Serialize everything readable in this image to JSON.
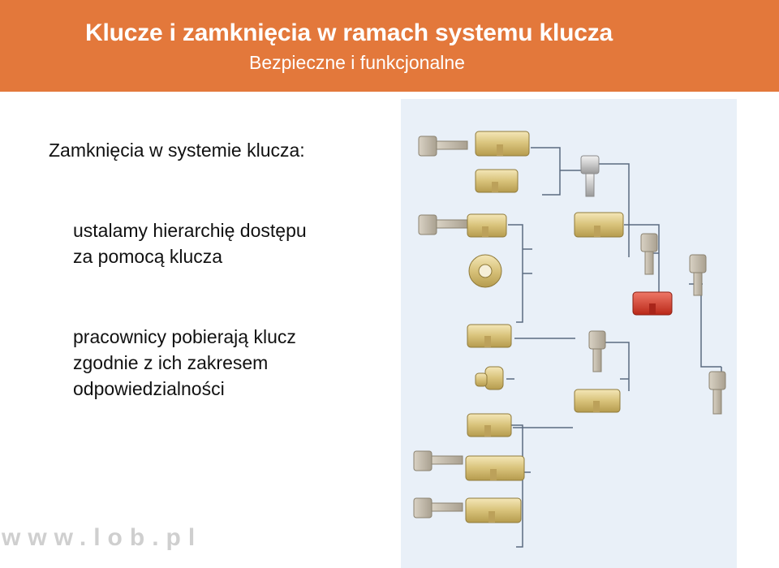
{
  "header": {
    "title": "Klucze i zamknięcia w ramach systemu klucza",
    "subtitle": "Bezpieczne i funkcjonalne"
  },
  "content": {
    "heading": "Zamknięcia w systemie klucza:",
    "paragraph1": [
      "ustalamy hierarchię dostępu",
      "za pomocą klucza"
    ],
    "paragraph2": [
      "pracownicy pobierają klucz",
      "zgodnie z ich zakresem",
      "odpowiedzialności"
    ]
  },
  "footer": {
    "watermark": "www.lob.pl"
  },
  "colors": {
    "header_bg": "#e3783b",
    "diagram_bg": "#e9f0f8",
    "brass": "#d8c27a",
    "red_cylinder": "#d33a2a"
  }
}
